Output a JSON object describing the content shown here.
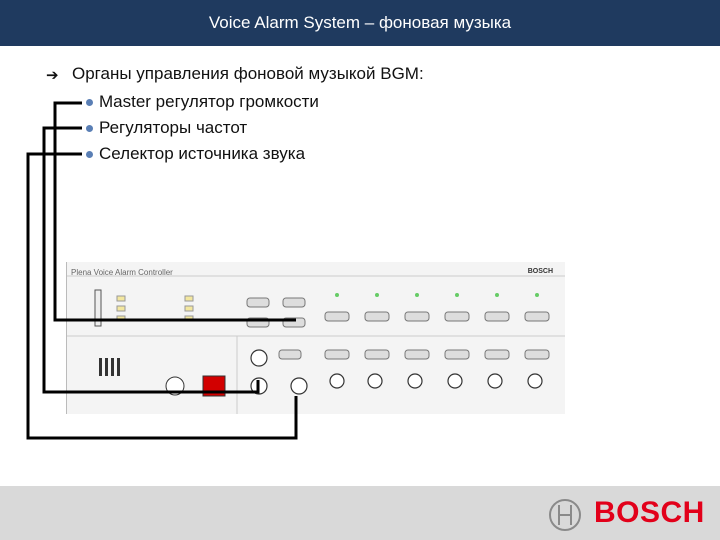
{
  "header": {
    "title": "Voice Alarm System – фоновая музыка"
  },
  "content": {
    "main_point": "Органы управления фоновой музыкой BGM:",
    "sub_points": [
      "Master регулятор громкости",
      "Регуляторы частот",
      "Селектор источника звука"
    ]
  },
  "panel": {
    "title": "Plena Voice Alarm Controller",
    "brand": "BOSCH"
  },
  "footer": {
    "brand": "BOSCH"
  },
  "colors": {
    "title_bar": "#1f3a5f",
    "bullet": "#5a7fb5",
    "brand_red": "#e2001a",
    "footer": "#d9d9d9"
  }
}
